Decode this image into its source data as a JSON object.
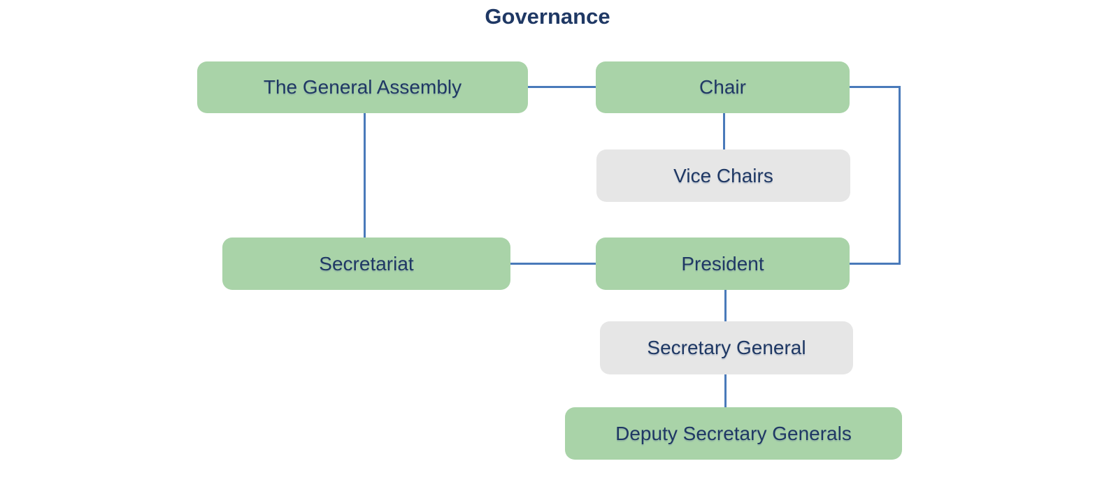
{
  "title": "Governance",
  "diagram": {
    "type": "org-chart",
    "nodes": [
      {
        "id": "general-assembly",
        "label": "The General Assembly",
        "variant": "green"
      },
      {
        "id": "chair",
        "label": "Chair",
        "variant": "green"
      },
      {
        "id": "vice-chairs",
        "label": "Vice Chairs",
        "variant": "gray"
      },
      {
        "id": "secretariat",
        "label": "Secretariat",
        "variant": "green"
      },
      {
        "id": "president",
        "label": "President",
        "variant": "green"
      },
      {
        "id": "secretary-general",
        "label": "Secretary General",
        "variant": "gray"
      },
      {
        "id": "deputy-secretary-generals",
        "label": "Deputy Secretary Generals",
        "variant": "green"
      }
    ],
    "edges": [
      {
        "from": "general-assembly",
        "to": "chair"
      },
      {
        "from": "general-assembly",
        "to": "secretariat"
      },
      {
        "from": "chair",
        "to": "vice-chairs"
      },
      {
        "from": "chair",
        "to": "president"
      },
      {
        "from": "secretariat",
        "to": "president"
      },
      {
        "from": "president",
        "to": "secretary-general"
      },
      {
        "from": "secretary-general",
        "to": "deputy-secretary-generals"
      }
    ],
    "colors": {
      "node_green": "#A9D3A8",
      "node_gray": "#E6E6E6",
      "connector": "#4A7ABA",
      "text": "#1F3864",
      "background": "#FFFFFF"
    }
  }
}
